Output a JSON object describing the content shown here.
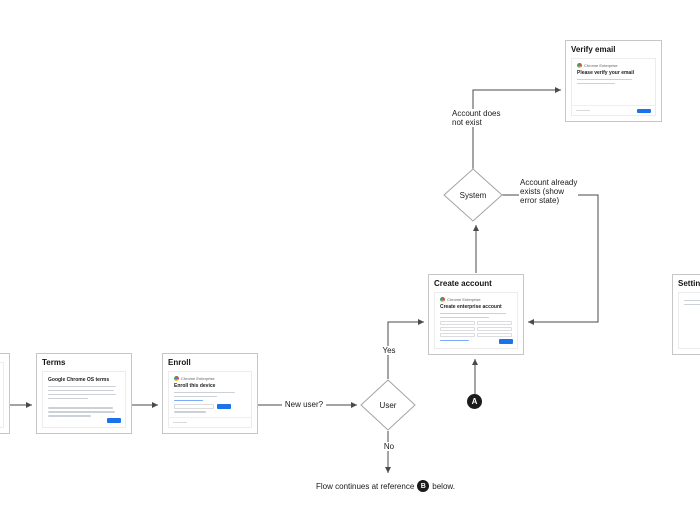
{
  "colors": {
    "accent_blue": "#1a73e8",
    "connector": "#4a4a4a",
    "node_border": "#c6c6c6"
  },
  "cards": {
    "verify_email": {
      "title": "Verify email",
      "brand": "Chrome Enterprise",
      "heading": "Please verify your email"
    },
    "create_account": {
      "title": "Create account",
      "brand": "Chrome Enterprise",
      "heading": "Create enterprise account"
    },
    "settings": {
      "title": "Settings"
    },
    "terms": {
      "title": "Terms",
      "heading": "Google Chrome OS terms"
    },
    "enroll": {
      "title": "Enroll",
      "brand": "Chrome Enterprise",
      "heading": "Enroll this device"
    }
  },
  "decisions": {
    "system": "System",
    "user": "User"
  },
  "edge_labels": {
    "account_does_not_exist": "Account does\nnot exist",
    "account_already_exists": "Account already\nexists (show\nerror state)",
    "new_user": "New user?",
    "yes": "Yes",
    "no": "No"
  },
  "references": {
    "a": "A",
    "b": "B"
  },
  "notes": {
    "flow_continue_pre": "Flow continues at reference",
    "flow_continue_post": "below."
  }
}
